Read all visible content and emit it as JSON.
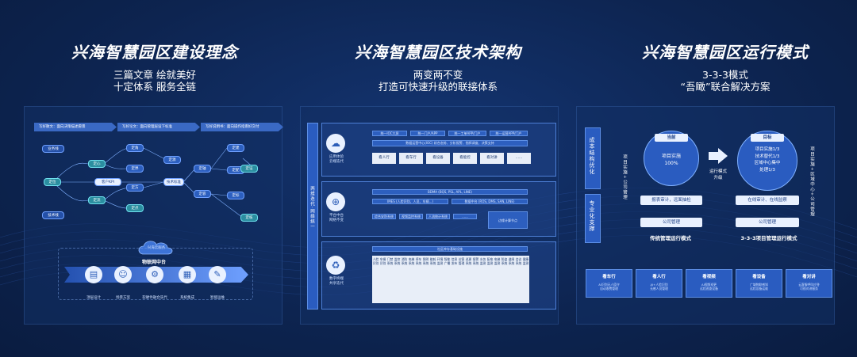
{
  "sections": [
    {
      "title": "兴海智慧园区建设理念",
      "sub1": "三篇文章 绘就美好",
      "sub2": "十定体系 服务全链"
    },
    {
      "title": "兴海智慧园区技术架构",
      "sub1": "两变两不变",
      "sub2": "打造可快速升级的联接体系"
    },
    {
      "title": "兴海智慧园区运行模式",
      "sub1": "3-3-3模式",
      "sub2": "“吾瞰”联合解决方案"
    }
  ],
  "p1": {
    "banners": [
      "写好散文：面向决策描述愿景",
      "写好论文：面向管理层设下标准",
      "写好说明书：面向操作指南好交付"
    ],
    "side": [
      "业务线",
      "技术线"
    ],
    "nodes": {
      "dingxin": "定心",
      "dingwei": "定位",
      "kehu": "客户KPI",
      "dingliu": "定流",
      "dingrong": "定容",
      "dingjiao": "定角",
      "dingjie": "定界",
      "dingfang": "定方",
      "dingdian": "定点",
      "dingyuan": "定源",
      "dingzhou": "定轴",
      "jishu": "技术标准",
      "dingjian": "定建",
      "dingpei": "定配",
      "dingbiao": "定标",
      "dingzhen": "定证",
      "dinghe": "定核"
    },
    "cloud": "兴海云服务",
    "platform": "物联网中台",
    "bottom": [
      "顶层设计",
      "场景方案",
      "软硬件融合迭代",
      "系统集成",
      "智能运维"
    ]
  },
  "p2": {
    "vleft": "两维迭代·网络统一",
    "rows": [
      {
        "label": "应用体验\n云端迭代",
        "icon": "☁",
        "top_bars": [
          "统一IOC大屏",
          "统一门户/APP",
          "统一工单APP/门户",
          "统一运营APP/门户"
        ],
        "mid": "数据运营中心(IOC) 综合态势、分析报警、指挥调度、决策支持",
        "boxes": [
          "看人行",
          "看车行",
          "看设备",
          "看能控",
          "看对讲",
          "......"
        ]
      },
      {
        "label": "平台中台\n网络不变",
        "icon": "⊕",
        "bars": [
          "BDMA (BQS, PSL, APL, LINE)",
          "IMES (人脸识别、人员、车辆...)",
          "数据中台 (ROS, DMS, SAN, LINE)"
        ],
        "boxes2": [
          "综合安防系统",
          "视频监控系统",
          "人流统计系统",
          "......"
        ],
        "right": "边缘计算节点"
      },
      {
        "label": "数字终端\n共享迭代",
        "icon": "♻",
        "head": "社区库存基础设施",
        "cells": [
          "人脸识别",
          "车辆识别",
          "门禁系统",
          "监控系统",
          "消防系统",
          "电梯系统",
          "停车系统",
          "照明系统",
          "能耗系统",
          "环境监测",
          "智能广播",
          "信息发布",
          "访客管理",
          "巡更系统",
          "报警系统",
          "水务监测",
          "配电监测",
          "电梯监测",
          "防盗系统",
          "道闸系统",
          "会议系统",
          "健康监测"
        ]
      }
    ]
  },
  "p3": {
    "vleft1": "成本结构优化",
    "vleft2": "专业化支撑",
    "lt": "项目实施+公司管理",
    "rt": "项目实施+区域中心+公司管理",
    "cur_h": "当前",
    "cur_b": "项目实施\n100%",
    "cur_btn1": "报表审计，远面抽检",
    "cur_btn2": "公司管理",
    "cur_cap": "传统管理运行模式",
    "arrow_lbl": "运行模式\n升级",
    "tgt_h": "目标",
    "tgt_b": [
      "项目实施1/3",
      "技术替代1/3",
      "区域中心集中",
      "处理1/3"
    ],
    "tgt_btn1": "在线审计、在线监察",
    "tgt_btn2": "公司管理",
    "tgt_cap": "3-3-3项目管理运行模式",
    "cards": [
      {
        "h": "看车行",
        "b": "AI识别无人值守\n自动收费管理"
      },
      {
        "h": "看人行",
        "b": "AI+人脸识别\n无感人员管理"
      },
      {
        "h": "看视频",
        "b": "AI视频巡更\n远程巡查设备"
      },
      {
        "h": "看设备",
        "b": "广域物联感知\n远程设备运维"
      },
      {
        "h": "看对讲",
        "b": "云客服呼叫应答\n可视对讲服务"
      }
    ]
  }
}
